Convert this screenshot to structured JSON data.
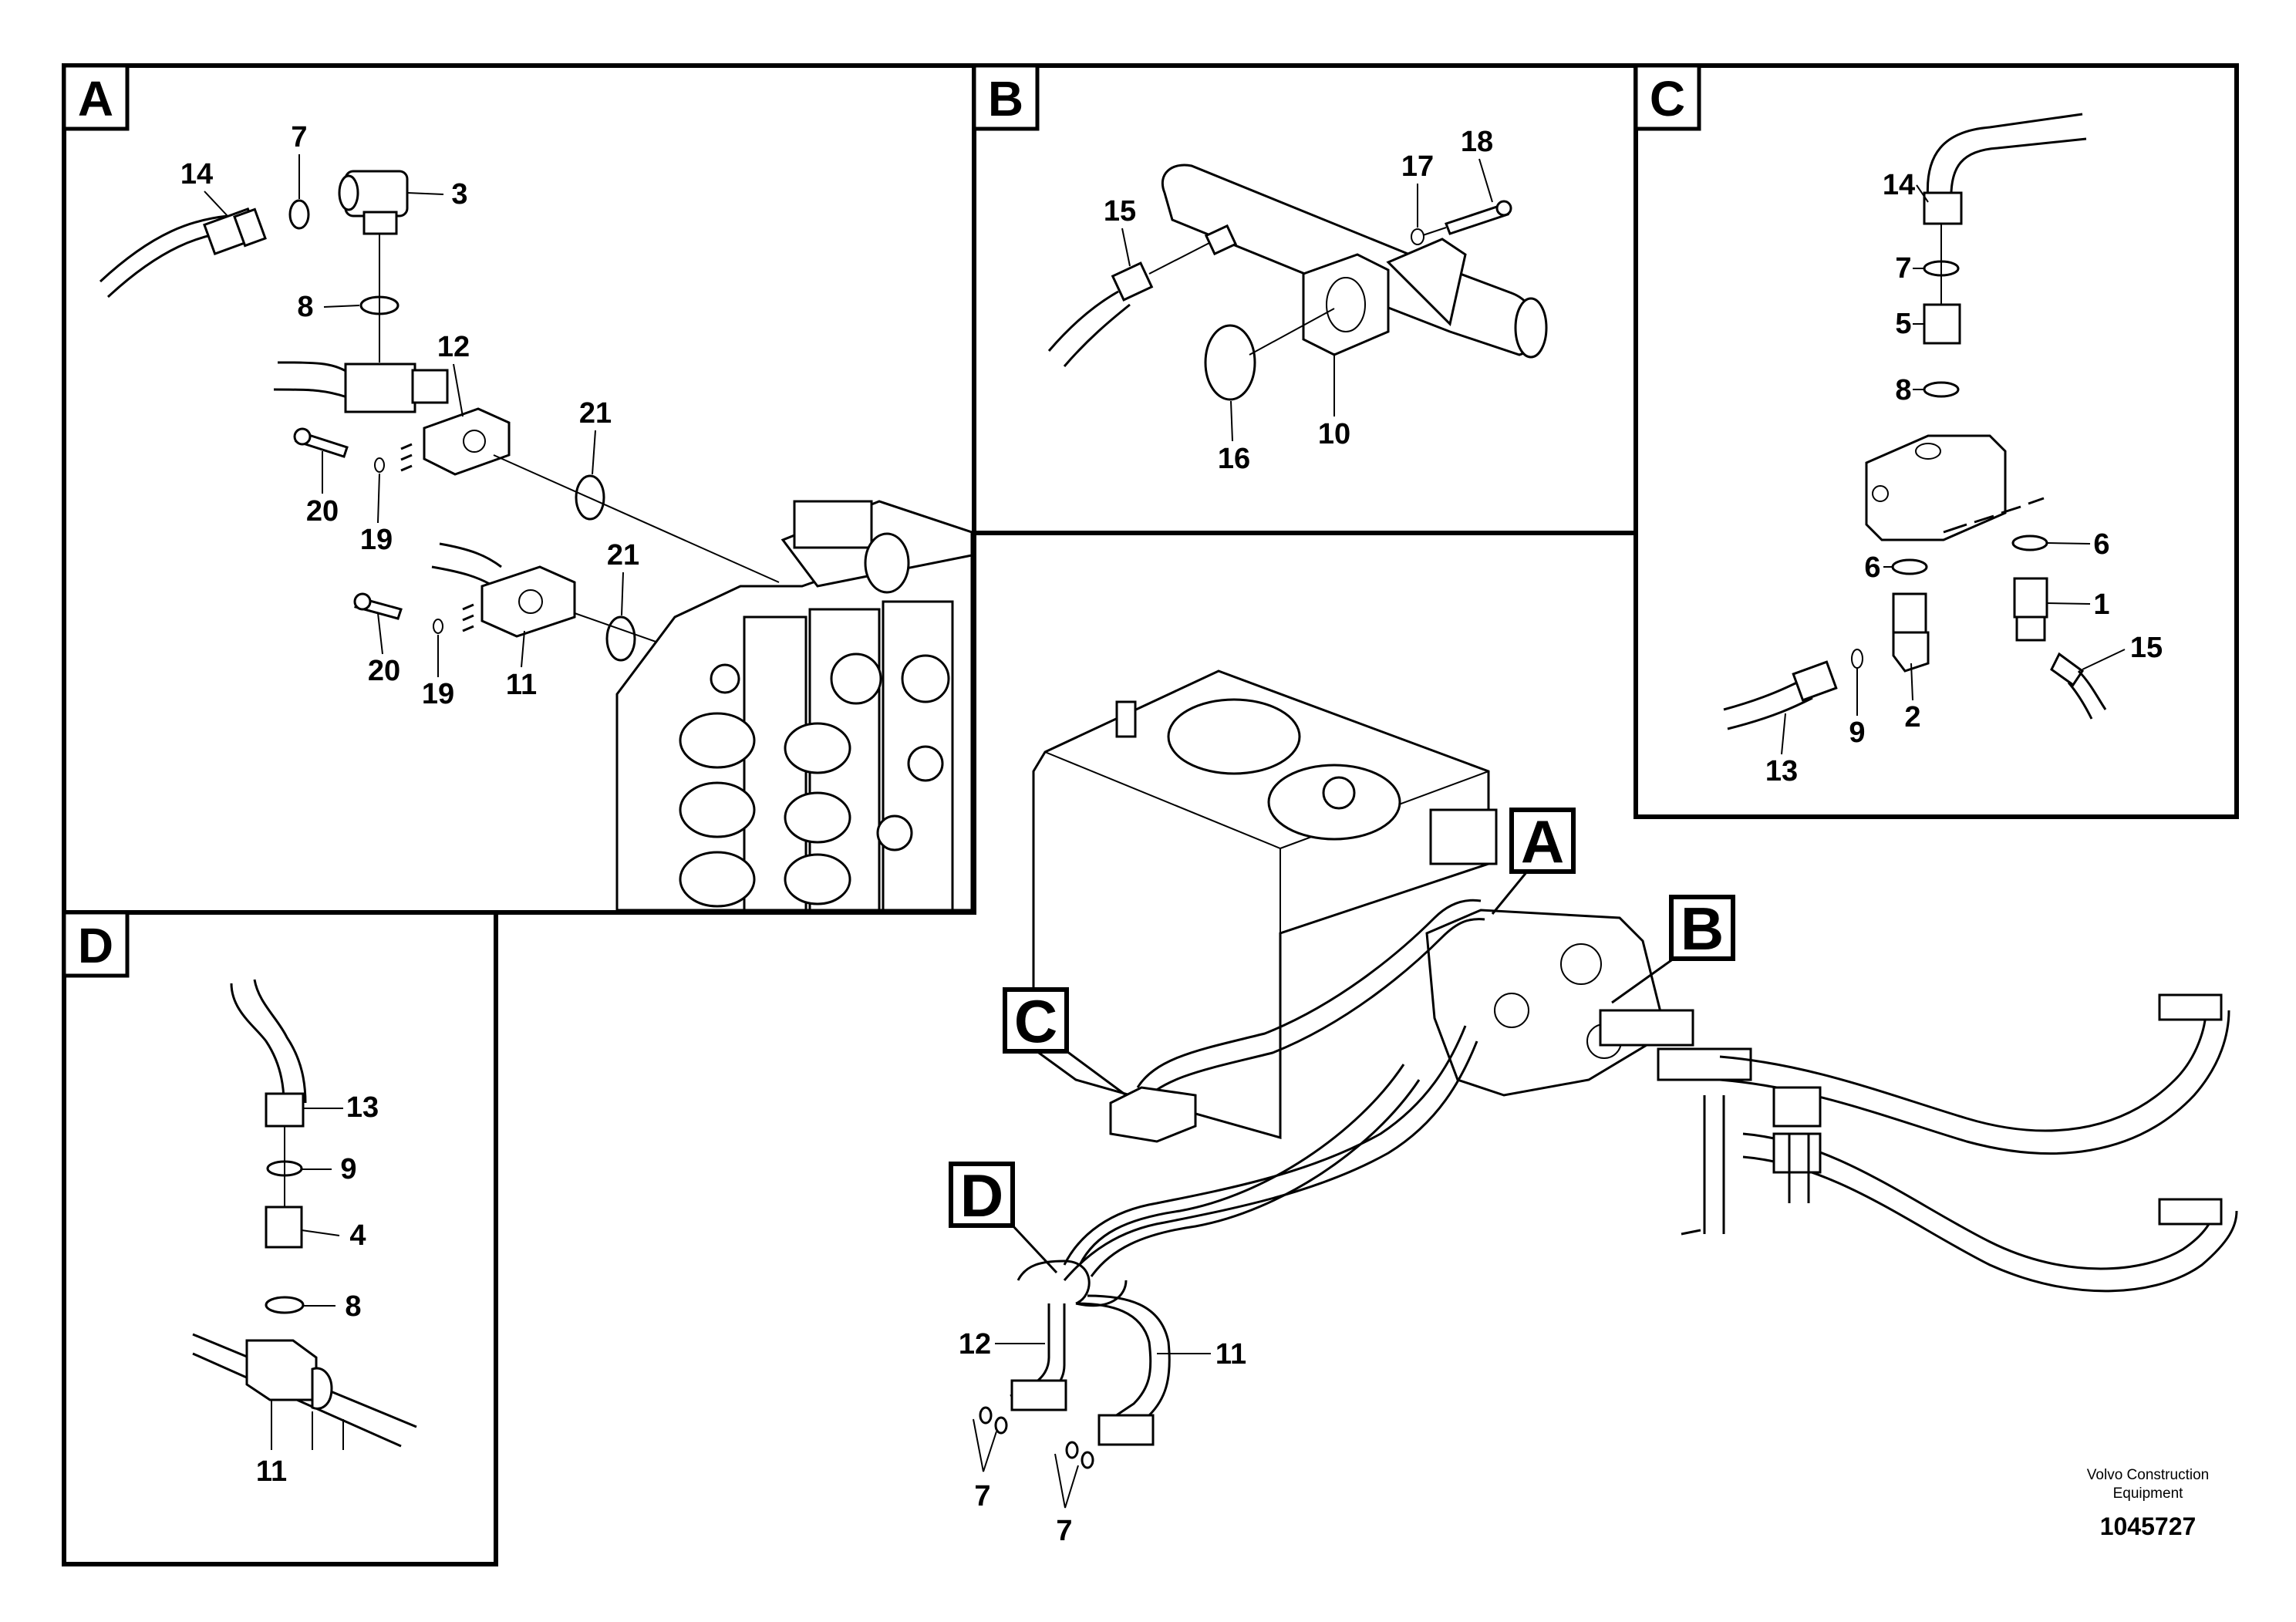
{
  "panels": {
    "A": {
      "letter": "A",
      "callouts": {
        "c14": "14",
        "c7": "7",
        "c3": "3",
        "c8": "8",
        "c12": "12",
        "c21a": "21",
        "c21b": "21",
        "c20a": "20",
        "c19a": "19",
        "c20b": "20",
        "c19b": "19",
        "c11": "11"
      }
    },
    "B": {
      "letter": "B",
      "callouts": {
        "c17": "17",
        "c18": "18",
        "c15": "15",
        "c16": "16",
        "c10": "10"
      }
    },
    "C": {
      "letter": "C",
      "callouts": {
        "c14": "14",
        "c7": "7",
        "c5": "5",
        "c8": "8",
        "c6a": "6",
        "c6b": "6",
        "c1": "1",
        "c15": "15",
        "c9": "9",
        "c2": "2",
        "c13": "13"
      }
    },
    "D": {
      "letter": "D",
      "callouts": {
        "c13": "13",
        "c9": "9",
        "c4": "4",
        "c8": "8",
        "c11": "11"
      }
    }
  },
  "overview": {
    "refs": {
      "A": "A",
      "B": "B",
      "C": "C",
      "D": "D"
    },
    "callouts": {
      "c12": "12",
      "c11": "11",
      "c7a": "7",
      "c7b": "7"
    }
  },
  "footer": {
    "company_line1": "Volvo Construction",
    "company_line2": "Equipment",
    "drawing_number": "1045727"
  }
}
